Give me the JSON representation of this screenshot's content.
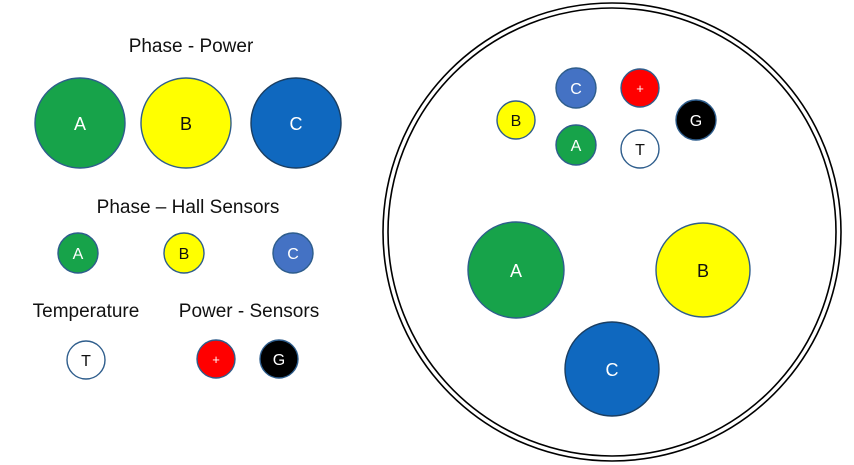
{
  "colors": {
    "green": "#17a34a",
    "yellow": "#ffff00",
    "blue_dark": "#0f68bf",
    "blue_light": "#4472c4",
    "red": "#ff0000",
    "black": "#000000",
    "white": "#ffffff",
    "outline_dark": "#1a3e62",
    "outline_light": "#2e5d8c"
  },
  "legend": {
    "phase_power": {
      "heading": "Phase - Power",
      "items": [
        {
          "label": "A",
          "color": "green"
        },
        {
          "label": "B",
          "color": "yellow"
        },
        {
          "label": "C",
          "color": "blue_dark"
        }
      ]
    },
    "phase_hall": {
      "heading": "Phase – Hall Sensors",
      "items": [
        {
          "label": "A",
          "color": "green"
        },
        {
          "label": "B",
          "color": "yellow"
        },
        {
          "label": "C",
          "color": "blue_light"
        }
      ]
    },
    "temperature": {
      "heading": "Temperature",
      "items": [
        {
          "label": "T",
          "color": "white"
        }
      ]
    },
    "power_sensors": {
      "heading": "Power - Sensors",
      "items": [
        {
          "label": "+",
          "color": "red"
        },
        {
          "label": "G",
          "color": "black"
        }
      ]
    }
  },
  "connector": {
    "sensor_pins": [
      {
        "label": "C",
        "color": "blue_light"
      },
      {
        "label": "+",
        "color": "red"
      },
      {
        "label": "B",
        "color": "yellow"
      },
      {
        "label": "G",
        "color": "black"
      },
      {
        "label": "A",
        "color": "green"
      },
      {
        "label": "T",
        "color": "white"
      }
    ],
    "power_pins": [
      {
        "label": "A",
        "color": "green"
      },
      {
        "label": "B",
        "color": "yellow"
      },
      {
        "label": "C",
        "color": "blue_dark"
      }
    ]
  }
}
